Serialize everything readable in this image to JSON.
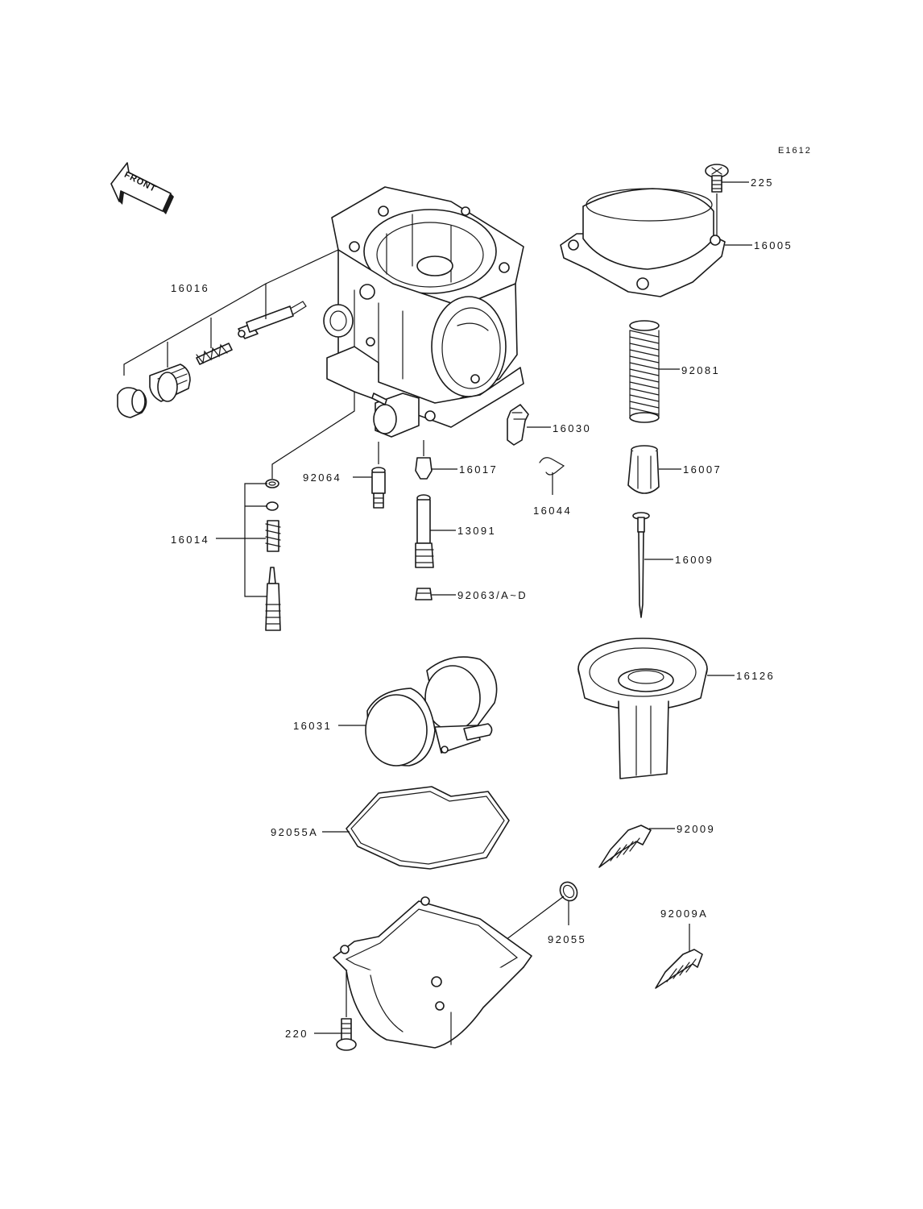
{
  "diagram_code": "E1612",
  "direction_label": "FRONT",
  "labels": {
    "p225": "225",
    "p16005": "16005",
    "p16016": "16016",
    "p92081": "92081",
    "p16030": "16030",
    "p92064": "92064",
    "p16017": "16017",
    "p16007": "16007",
    "p16044": "16044",
    "p16014": "16014",
    "p13091": "13091",
    "p16009": "16009",
    "p92063": "92063/A~D",
    "p16126": "16126",
    "p16031": "16031",
    "p92055A": "92055A",
    "p92009": "92009",
    "p92009A": "92009A",
    "p92055": "92055",
    "p220": "220"
  }
}
